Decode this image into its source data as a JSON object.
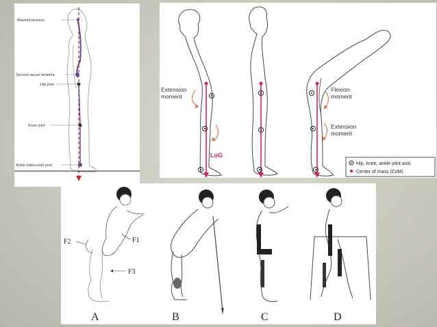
{
  "left_panel": {
    "labels": {
      "mastoid": "Mastoid process",
      "sacral": "Second sacral vertebra",
      "hip": "Hip joint",
      "knee": "Knee joint",
      "ankle": "Ankle (talocrural) joint"
    }
  },
  "right_panel": {
    "extension_moment_left": [
      "Extension",
      "moment"
    ],
    "flexion_moment": [
      "Flexion",
      "moment"
    ],
    "extension_moment_right": [
      "Extension",
      "moment"
    ],
    "log_label": "LoG",
    "legend": {
      "joint_axis": "Hip, knee, ankle joint axis",
      "com": "Center of mass (CoM)"
    },
    "colors": {
      "line": "#d6245a",
      "arrow": "#e07a4a"
    }
  },
  "bottom_panel": {
    "force_labels": {
      "f1": "F1",
      "f2": "F2",
      "f3": "F3"
    },
    "figure_labels": [
      "A",
      "B",
      "C",
      "D"
    ]
  }
}
